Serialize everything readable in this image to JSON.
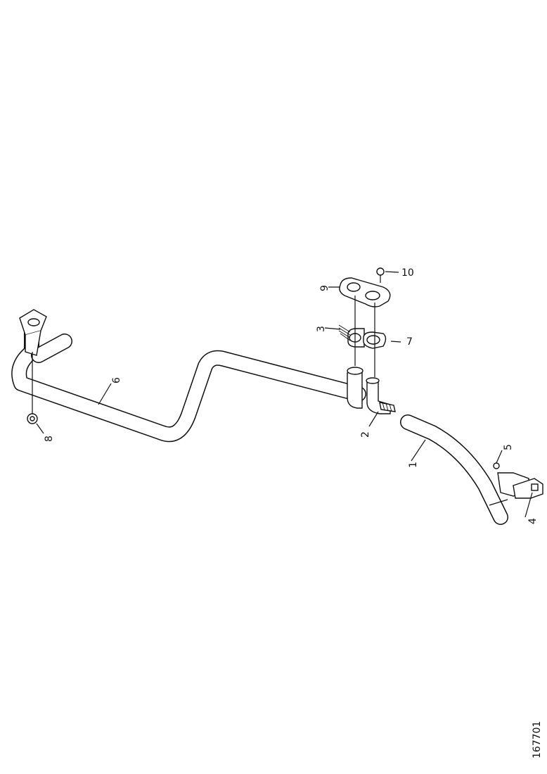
{
  "callouts": {
    "1": "1",
    "2": "2",
    "3": "3",
    "4": "4",
    "5": "5",
    "6": "6",
    "7": "7",
    "8": "8",
    "9": "9",
    "10": "10"
  },
  "figure_code": "167701",
  "colors": {
    "ink": "#111111",
    "paper": "#ffffff"
  }
}
